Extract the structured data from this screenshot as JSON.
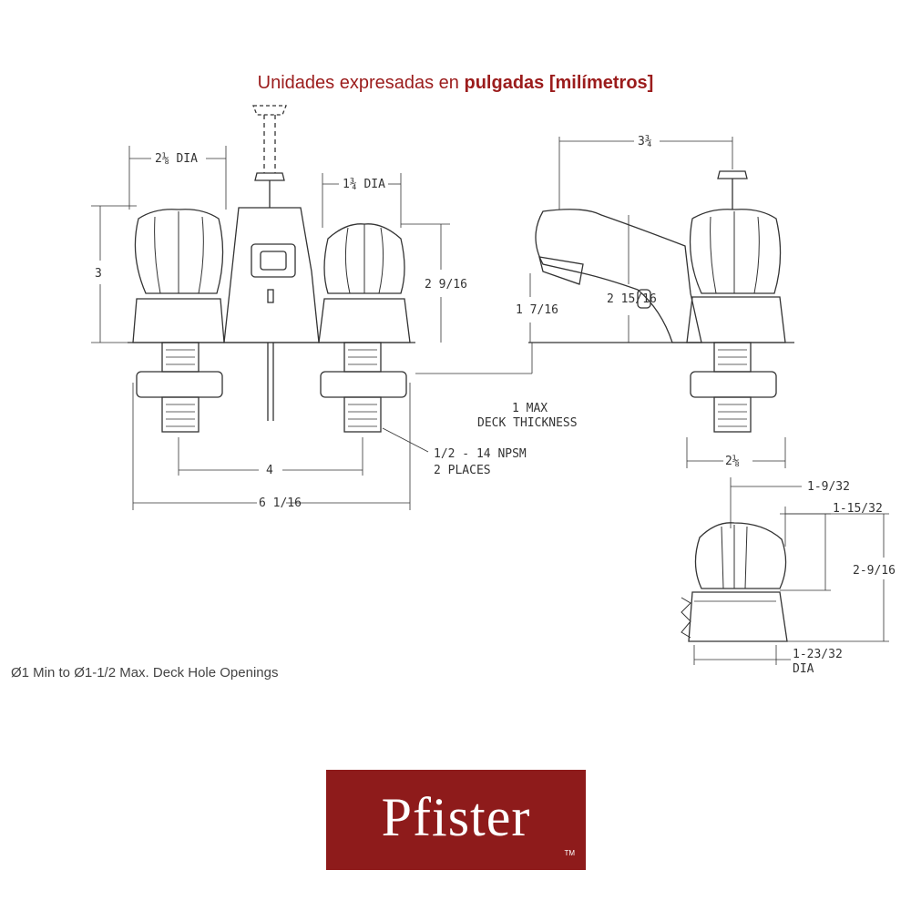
{
  "header": {
    "prefix": "Unidades expresadas en",
    "emphasis": "pulgadas [milímetros]"
  },
  "front_view": {
    "handle_dia": "2⅛ DIA",
    "knob_dia": "1¾ DIA",
    "height_left": "3",
    "height_right": "2 9/16",
    "center_spacing": "4",
    "overall_width": "6 1/16",
    "deck_note_line1": "1 MAX",
    "deck_note_line2": "DECK THICKNESS",
    "thread_line1": "1/2 - 14 NPSM",
    "thread_line2": "2 PLACES"
  },
  "side_view": {
    "reach": "3¾",
    "spout_height": "1 7/16",
    "body_height": "2 15/16",
    "base_width": "2⅛"
  },
  "handle_detail": {
    "dim_top1": "1-9/32",
    "dim_top2": "1-15/32",
    "dim_height": "2-9/16",
    "dim_base": "1-23/32",
    "dim_base_unit": "DIA"
  },
  "notes": {
    "deck_holes": "Ø1 Min to  Ø1-1/2 Max. Deck Hole Openings"
  },
  "brand": {
    "name": "Pfister",
    "trademark": "TM",
    "color": "#8e1b1b"
  }
}
